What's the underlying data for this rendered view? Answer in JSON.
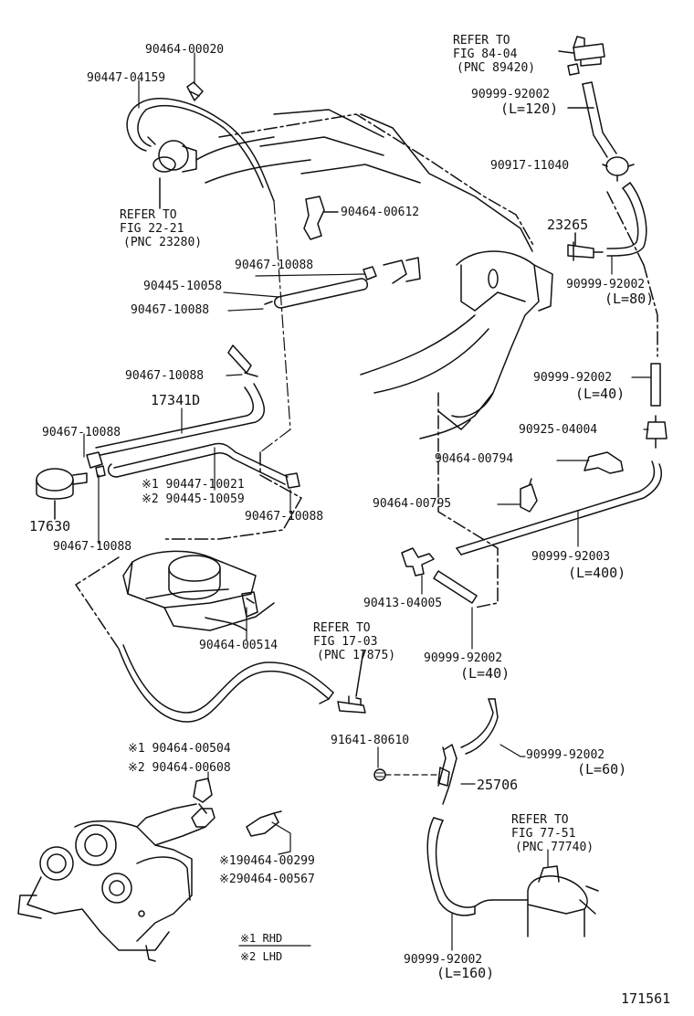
{
  "colors": {
    "ink": "#111111",
    "background": "#ffffff"
  },
  "labels": {
    "p_9046400020": "90464-00020",
    "p_9044704159": "90447-04159",
    "ref_fig2221_l1": "REFER TO",
    "ref_fig2221_l2": "FIG 22-21",
    "ref_fig2221_l3": "(PNC 23280)",
    "p_9046400612": "90464-00612",
    "p_9046710088_a": "90467-10088",
    "p_9044510058": "90445-10058",
    "p_9046710088_b": "90467-10088",
    "p_9046710088_c": "90467-10088",
    "p_17341D": "17341D",
    "p_9046710088_d": "90467-10088",
    "p_9044710021": "※1 90447-10021",
    "p_9044510059": "※2 90445-10059",
    "p_9046710088_e": "90467-10088",
    "p_17630": "17630",
    "p_9046710088_f": "90467-10088",
    "ref_fig8404_l1": "REFER TO",
    "ref_fig8404_l2": "FIG 84-04",
    "ref_fig8404_l3": "(PNC 89420)",
    "p_9099992002_a": "90999-92002",
    "len_120": "(L=120)",
    "p_9091711040": "90917-11040",
    "p_23265": "23265",
    "p_9099992002_b": "90999-92002",
    "len_80": "(L=80)",
    "p_9099992002_c": "90999-92002",
    "len_40_a": "(L=40)",
    "p_9092504004": "90925-04004",
    "p_9046400794": "90464-00794",
    "p_9046400795": "90464-00795",
    "p_9099992003": "90999-92003",
    "len_400": "(L=400)",
    "p_9041304005": "90413-04005",
    "p_9099992002_d": "90999-92002",
    "len_40_b": "(L=40)",
    "p_9046400514": "90464-00514",
    "ref_fig1703_l1": "REFER TO",
    "ref_fig1703_l2": "FIG 17-03",
    "ref_fig1703_l3": "(PNC 17875)",
    "p_9164180610": "91641-80610",
    "p_9099992002_e": "90999-92002",
    "len_60": "(L=60)",
    "p_25706": "25706",
    "ref_fig7751_l1": "REFER TO",
    "ref_fig7751_l2": "FIG 77-51",
    "ref_fig7751_l3": "(PNC 77740)",
    "p_9046400504": "※1 90464-00504",
    "p_9046400608": "※2 90464-00608",
    "p_9046400299": "※190464-00299",
    "p_9046400567": "※290464-00567",
    "legend_rhd": "※1 RHD",
    "legend_lhd": "※2 LHD",
    "p_9099992002_f": "90999-92002",
    "len_160": "(L=160)",
    "figure_number": "171561"
  }
}
